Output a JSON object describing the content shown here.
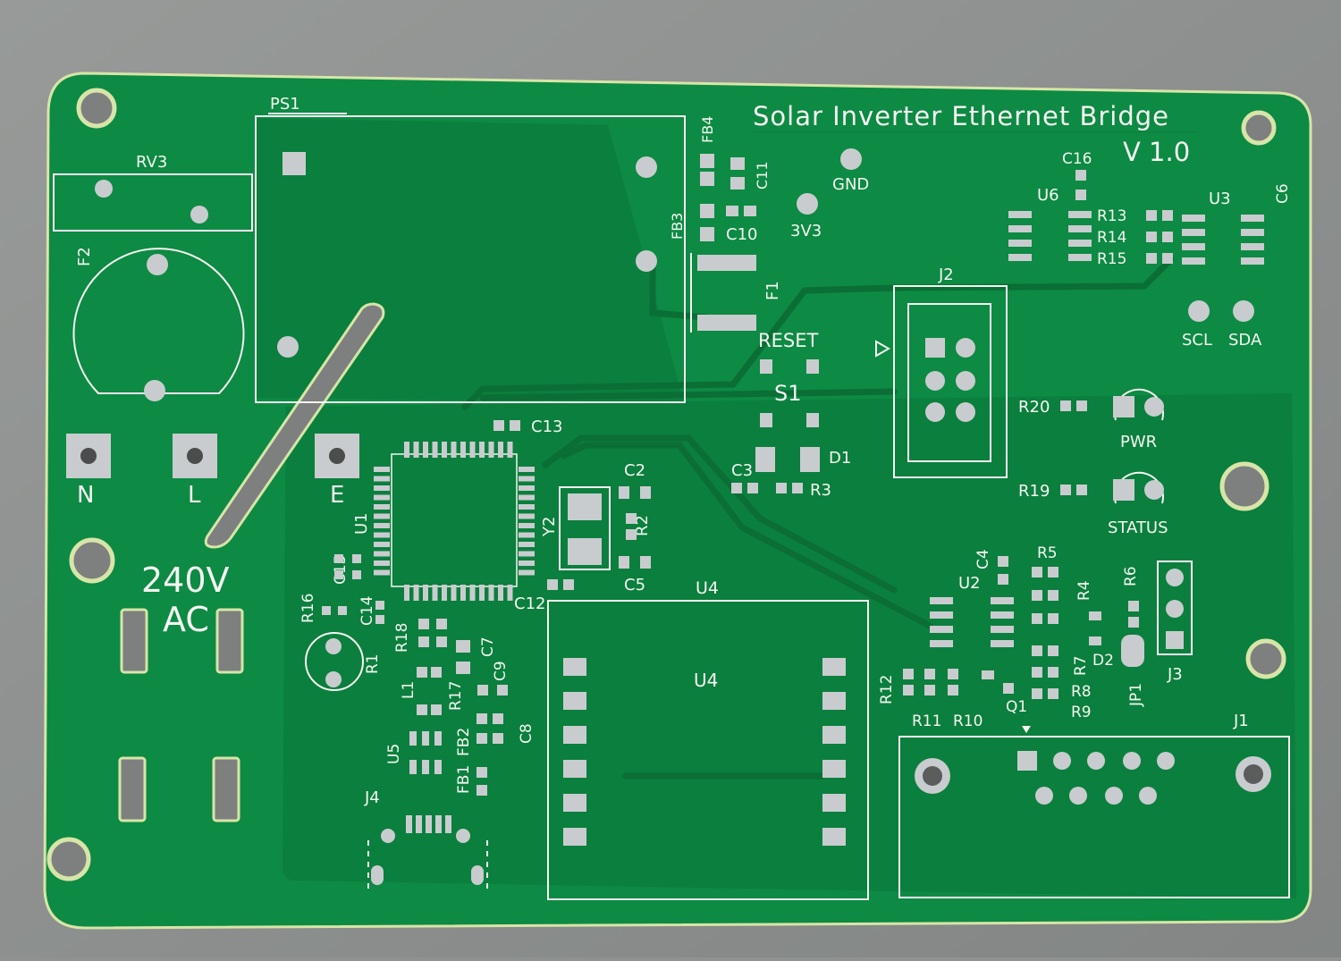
{
  "board": {
    "title": "Solar Inverter Ethernet Bridge",
    "version": "V 1.0",
    "mains_label_voltage": "240V",
    "mains_label_type": "AC",
    "colors": {
      "background": "#8f9290",
      "soldermask": "#0d8a43",
      "copper_pour": "#0b7f3d",
      "silkscreen": "#f4f6f2",
      "pad": "#c9cccf",
      "fr4_edge": "#d7e5a8"
    }
  },
  "terminals": {
    "n": "N",
    "l": "L",
    "e": "E"
  },
  "test_points": {
    "gnd": "GND",
    "v33": "3V3",
    "scl": "SCL",
    "sda": "SDA"
  },
  "indicators": {
    "pwr": "PWR",
    "status": "STATUS",
    "reset": "RESET"
  },
  "refs": {
    "ps1": "PS1",
    "rv3": "RV3",
    "f2": "F2",
    "f1": "F1",
    "fb3": "FB3",
    "fb4": "FB4",
    "c10": "C10",
    "c11": "C11",
    "c16": "C16",
    "u6": "U6",
    "u3": "U3",
    "c6": "C6",
    "r13": "R13",
    "r14": "R14",
    "r15": "R15",
    "j2": "J2",
    "s1": "S1",
    "d1": "D1",
    "c3": "C3",
    "r3": "R3",
    "r20": "R20",
    "r19": "R19",
    "c13": "C13",
    "c2": "C2",
    "y2": "Y2",
    "r2": "R2",
    "c5": "C5",
    "u1": "U1",
    "c15": "C15",
    "c14": "C14",
    "r16": "R16",
    "c12": "C12",
    "r18": "R18",
    "c7": "C7",
    "r1": "R1",
    "c9": "C9",
    "l1": "L1",
    "r17": "R17",
    "fb2": "FB2",
    "fb1": "FB1",
    "c8": "C8",
    "u5": "U5",
    "j4": "J4",
    "u4_top": "U4",
    "u4_body": "U4",
    "c4": "C4",
    "u2": "U2",
    "r5": "R5",
    "r4": "R4",
    "r6": "R6",
    "d2": "D2",
    "jp1": "JP1",
    "j3": "J3",
    "r7": "R7",
    "r8": "R8",
    "r9": "R9",
    "r12": "R12",
    "r11": "R11",
    "r10": "R10",
    "q1": "Q1",
    "j1": "J1"
  }
}
